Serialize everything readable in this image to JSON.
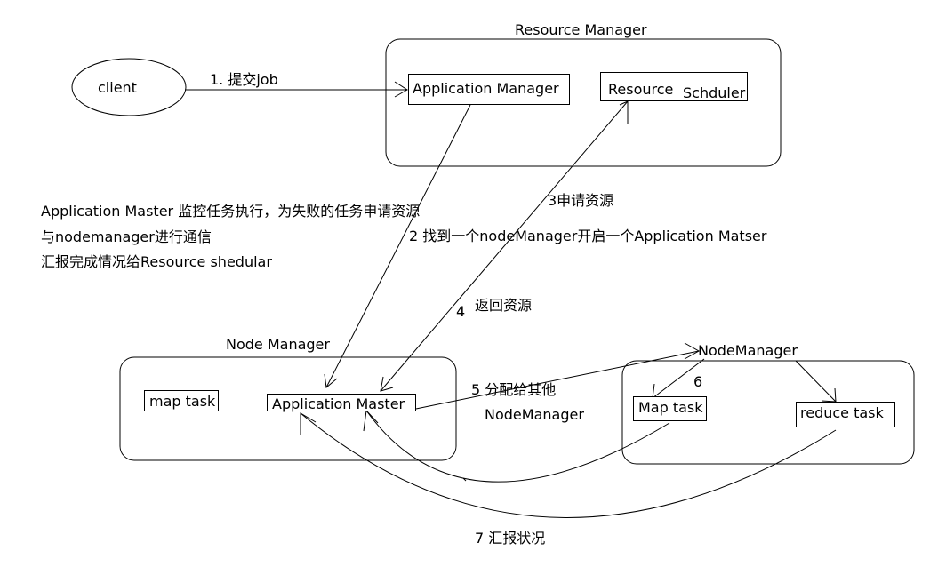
{
  "resource_manager": {
    "title": "Resource Manager",
    "application_manager": "Application Manager",
    "scheduler_word1": "Resource",
    "scheduler_word2": "Schduler"
  },
  "client": {
    "label": "client"
  },
  "node_manager_left": {
    "title": "Node Manager",
    "map_task": "map task",
    "application_master": "Application Master"
  },
  "node_manager_right": {
    "title": "NodeManager",
    "map_task": "Map task",
    "reduce_task": "reduce task"
  },
  "notes": {
    "line1": "Application Master 监控任务执行，为失败的任务申请资源",
    "line2": "与nodemanager进行通信",
    "line3": "汇报完成情况给Resource shedular"
  },
  "steps": {
    "step1": "1. 提交job",
    "step2": "2 找到一个nodeManager开启一个Application Matser",
    "step3": "3申请资源",
    "step4_num": "4",
    "step4_text": "返回资源",
    "step5_line1": "5 分配给其他",
    "step5_line2": "NodeManager",
    "step6": "6",
    "step7": "7 汇报状况"
  }
}
